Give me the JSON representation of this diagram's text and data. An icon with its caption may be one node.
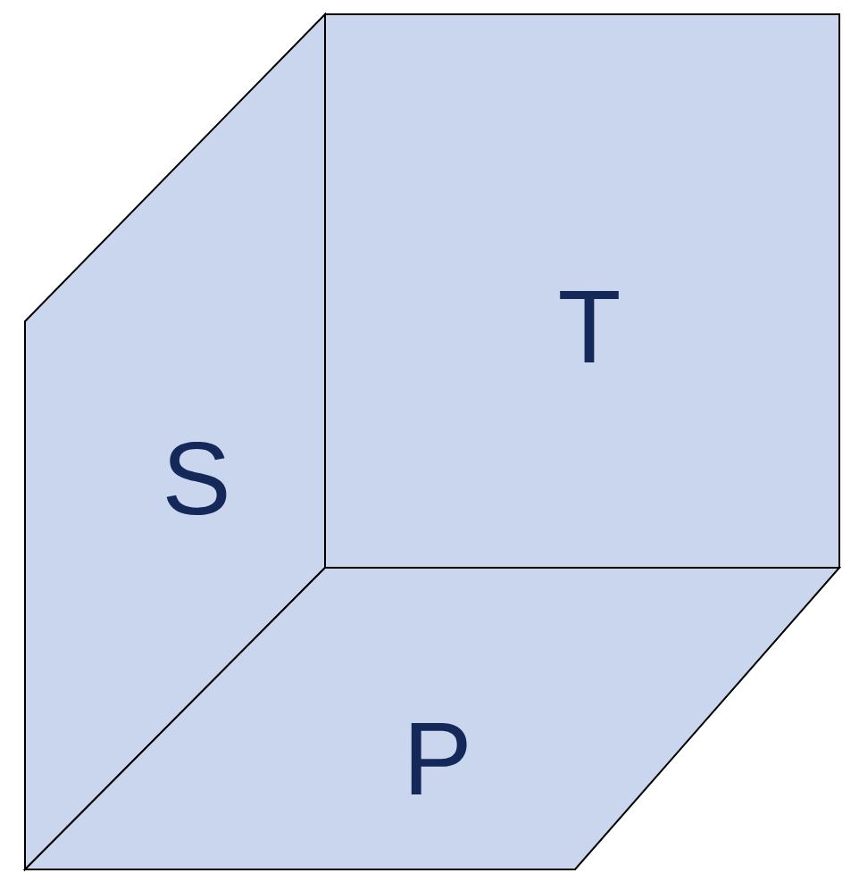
{
  "diagram": {
    "nodes": [
      {
        "text": [
          "S"
        ]
      },
      {
        "text": [
          "T"
        ]
      },
      {
        "text": [
          "P"
        ]
      }
    ]
  }
}
